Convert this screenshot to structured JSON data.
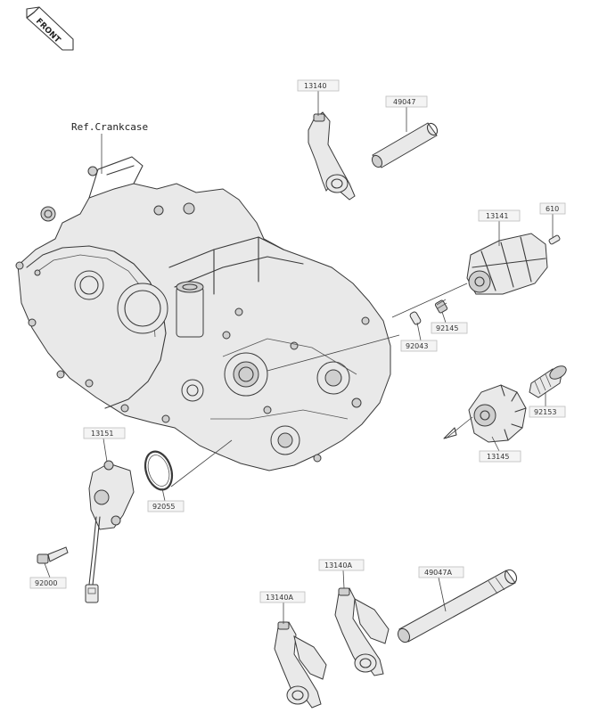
{
  "front_label": "FRONT",
  "ref_label": "Ref.Crankcase",
  "parts": [
    {
      "id": "p1",
      "number": "13140"
    },
    {
      "id": "p2",
      "number": "49047"
    },
    {
      "id": "p3",
      "number": "13141"
    },
    {
      "id": "p4",
      "number": "610"
    },
    {
      "id": "p5",
      "number": "92145"
    },
    {
      "id": "p6",
      "number": "92043"
    },
    {
      "id": "p7",
      "number": "92153"
    },
    {
      "id": "p8",
      "number": "13145"
    },
    {
      "id": "p9",
      "number": "13151"
    },
    {
      "id": "p10",
      "number": "92055"
    },
    {
      "id": "p11",
      "number": "92000"
    },
    {
      "id": "p12",
      "number": "13140A"
    },
    {
      "id": "p13",
      "number": "49047A"
    },
    {
      "id": "p14",
      "number": "13140A"
    }
  ]
}
